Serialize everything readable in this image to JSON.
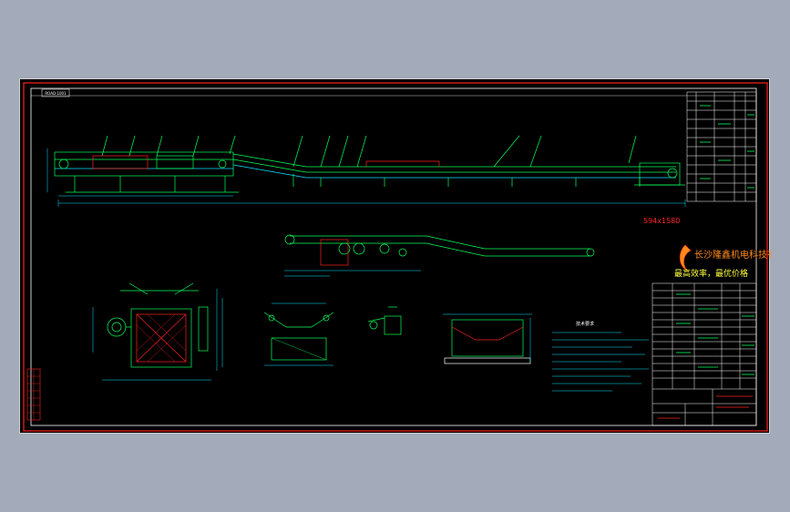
{
  "drawing": {
    "sheet_tag": "ROAD-1001",
    "size_text": "594x1580",
    "company": "长沙隆鑫机电科技有限公司",
    "slogan": "最高效率，最优价格",
    "notes_title": "技术要求"
  },
  "colors": {
    "background": "#a3aab9",
    "paper": "#000000",
    "line_green": "#00ff5a",
    "line_cyan": "#00e5ff",
    "line_white": "#ffffff",
    "line_red": "#ff2020",
    "slogan_yellow": "#ffff40",
    "company_orange": "#ff8a1a"
  }
}
